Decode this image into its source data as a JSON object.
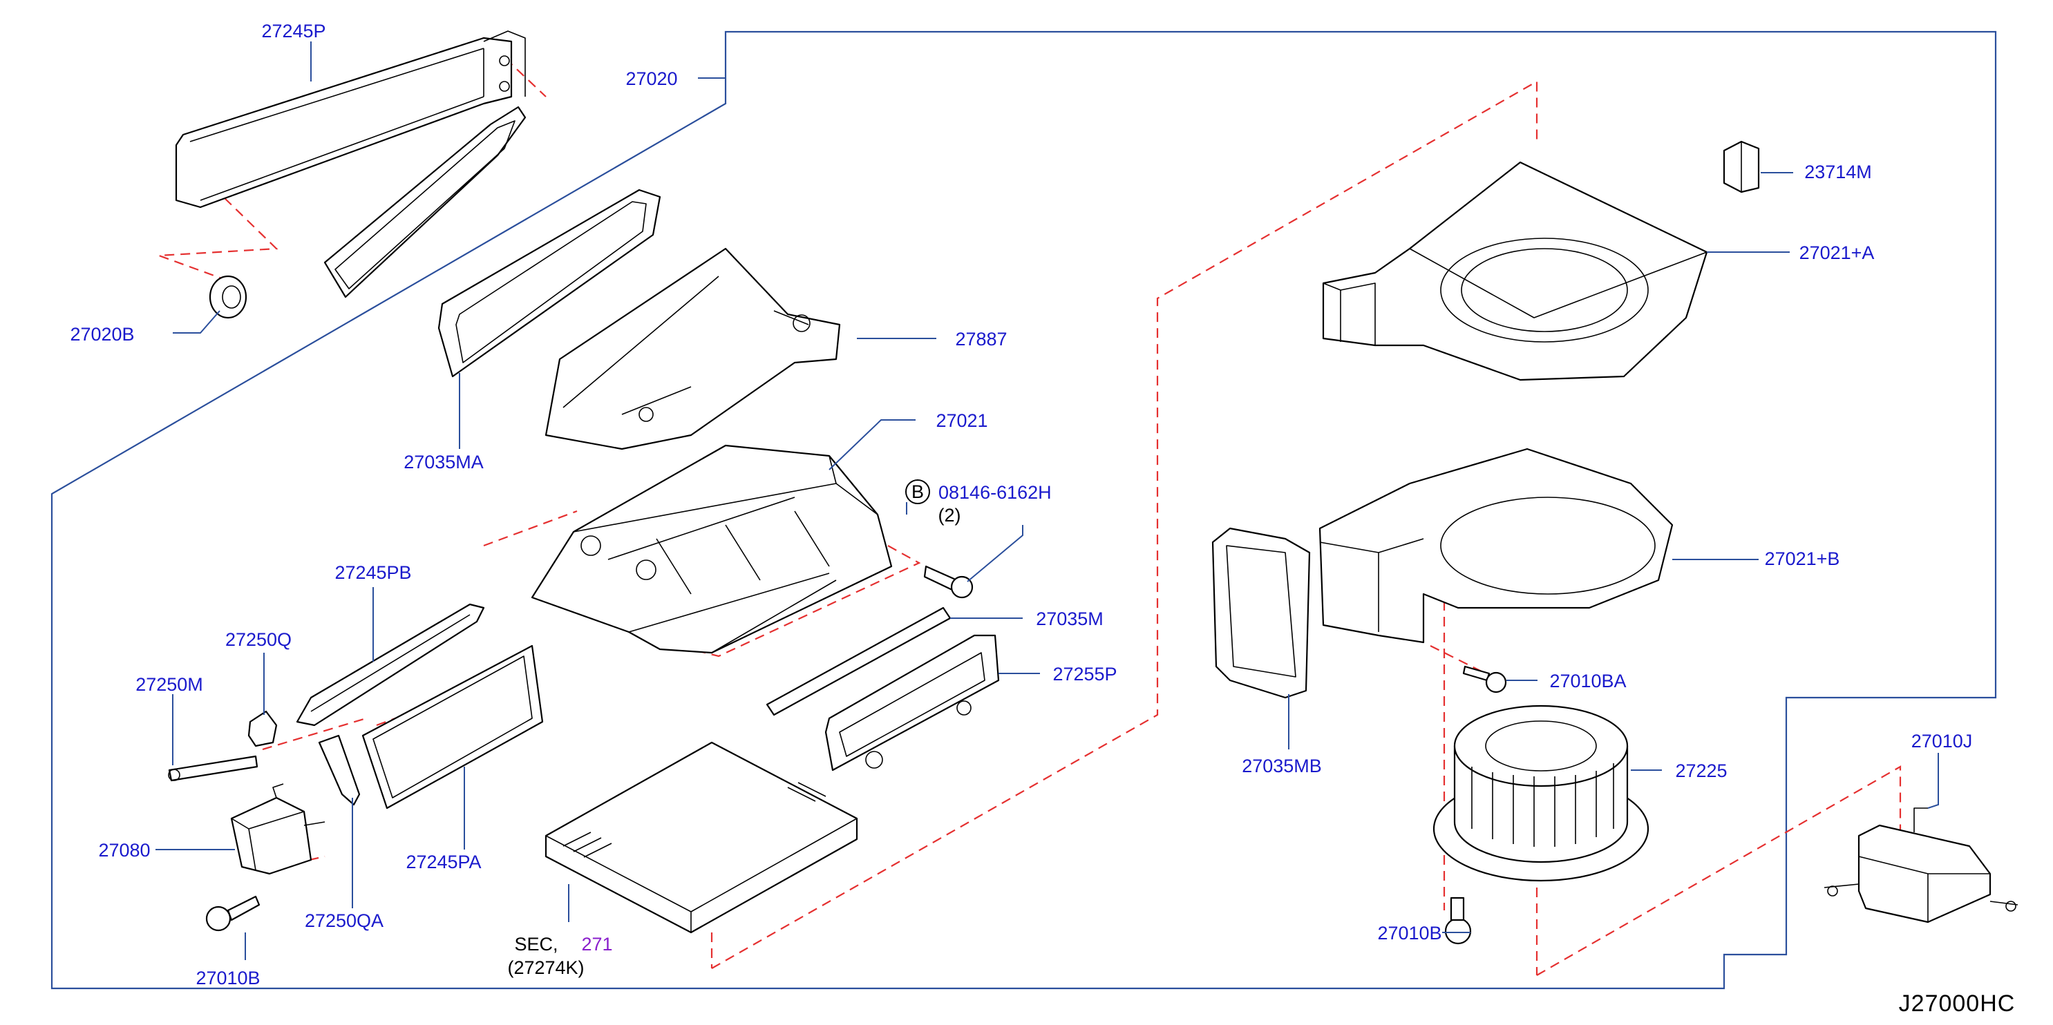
{
  "diagram_code": "J27000HC",
  "callout": {
    "letter": "B",
    "part_number": "08146-6162H",
    "quantity": "(2)"
  },
  "sec_ref": {
    "prefix": "SEC,",
    "section": "271",
    "part_number": "(27274K)"
  },
  "labels": {
    "p27245P": "27245P",
    "p27020": "27020",
    "p27020B": "27020B",
    "p27887": "27887",
    "p27035MA": "27035MA",
    "p27021": "27021",
    "p27245PB": "27245PB",
    "p27250Q": "27250Q",
    "p27250M": "27250M",
    "p27080": "27080",
    "p27245PA": "27245PA",
    "p27250QA": "27250QA",
    "p27010B_left": "27010B",
    "p27035M": "27035M",
    "p27255P": "27255P",
    "p23714M": "23714M",
    "p27021A": "27021+A",
    "p27021B": "27021+B",
    "p27035MB": "27035MB",
    "p27010BA": "27010BA",
    "p27225": "27225",
    "p27010J": "27010J",
    "p27010B_right": "27010B"
  }
}
